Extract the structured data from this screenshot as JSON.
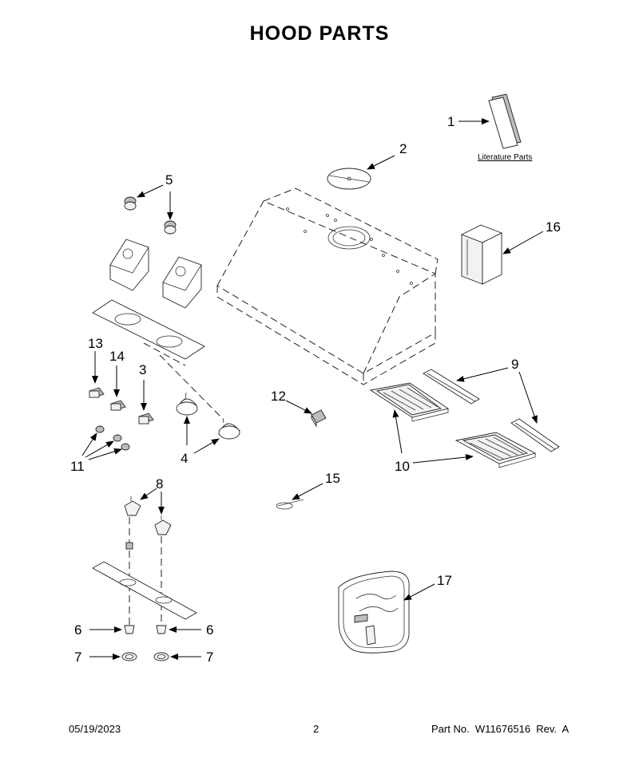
{
  "title": "HOOD PARTS",
  "literature_label": "Literature Parts",
  "callouts": {
    "c1": "1",
    "c2": "2",
    "c3": "3",
    "c4": "4",
    "c5": "5",
    "c6a": "6",
    "c6b": "6",
    "c7a": "7",
    "c7b": "7",
    "c8": "8",
    "c9": "9",
    "c10": "10",
    "c11": "11",
    "c12": "12",
    "c13": "13",
    "c14": "14",
    "c15": "15",
    "c16": "16",
    "c17": "17"
  },
  "footer": {
    "date": "05/19/2023",
    "page": "2",
    "part": "Part No.  W11676516  Rev.  A"
  }
}
